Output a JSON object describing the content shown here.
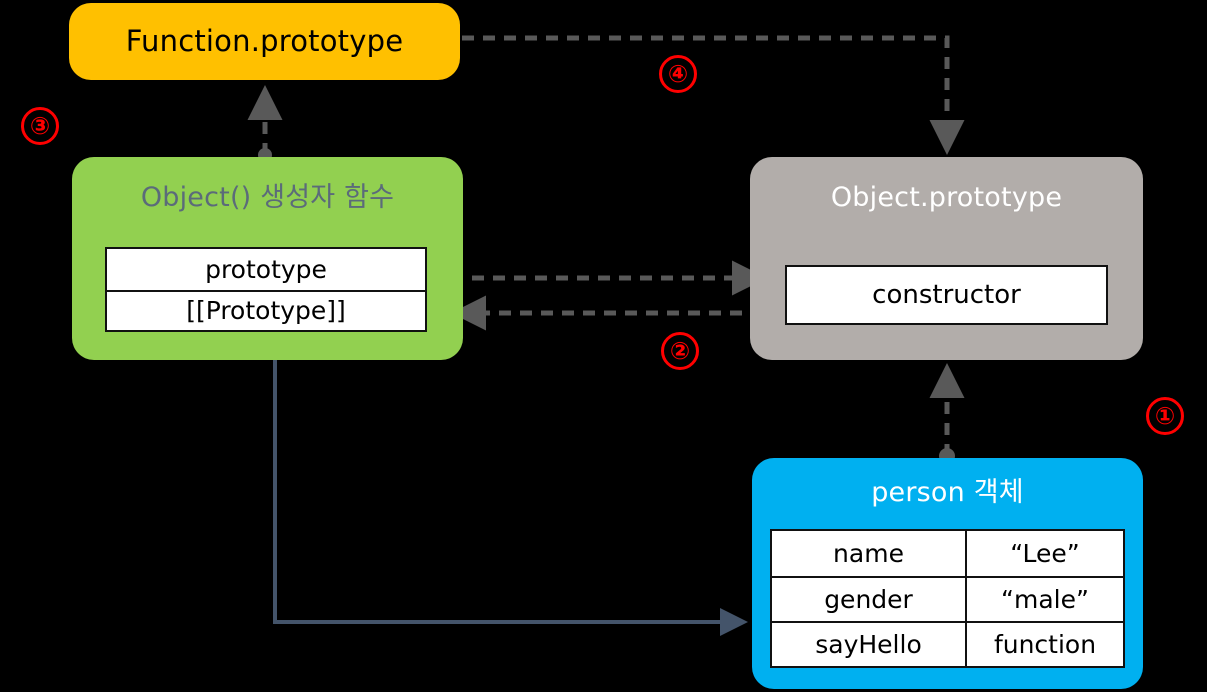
{
  "diagram": {
    "title": "JavaScript prototype chain diagram",
    "background": "#000000",
    "wire_color": "#595959",
    "solid_wire_color": "#44546A"
  },
  "nodes": {
    "function_prototype": {
      "title": "Function.prototype",
      "color": "#FFC000",
      "text_color": "#000000"
    },
    "object_constructor": {
      "title": "Object() 생성자 함수",
      "color": "#92D050",
      "text_color": "#5B6B7A",
      "slots": [
        "prototype",
        "[[Prototype]]"
      ]
    },
    "object_prototype": {
      "title": "Object.prototype",
      "color": "#B2ADAA",
      "text_color": "#FFFFFF",
      "slots": [
        "constructor"
      ]
    },
    "person_object": {
      "title": "person 객체",
      "color": "#00B0F0",
      "text_color": "#FFFFFF",
      "rows": [
        {
          "key": "name",
          "value": "“Lee”"
        },
        {
          "key": "gender",
          "value": "“male”"
        },
        {
          "key": "sayHello",
          "value": "function"
        }
      ]
    }
  },
  "steps": [
    {
      "id": "step-1",
      "label": "①"
    },
    {
      "id": "step-2",
      "label": "②"
    },
    {
      "id": "step-3",
      "label": "③"
    },
    {
      "id": "step-4",
      "label": "④"
    }
  ]
}
